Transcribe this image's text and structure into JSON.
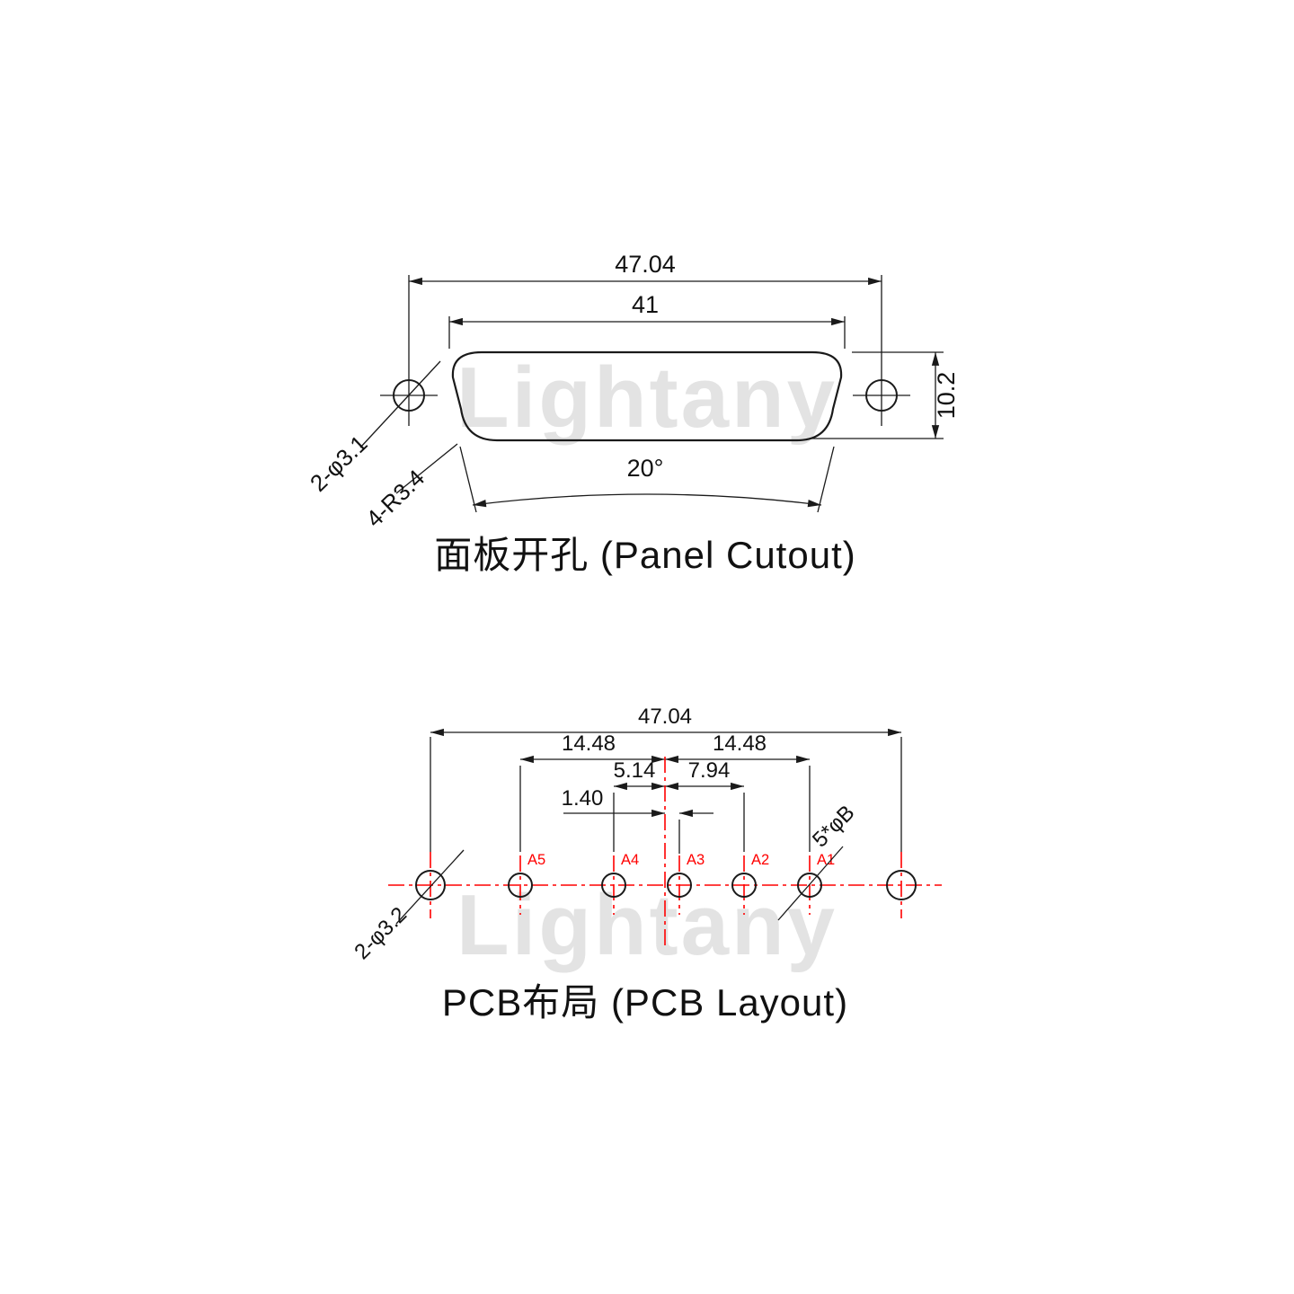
{
  "watermark": "Lightany",
  "panel_cutout": {
    "title": "面板开孔 (Panel Cutout)",
    "dim_overall": "47.04",
    "dim_cutout_width": "41",
    "dim_height": "10.2",
    "dim_angle": "20°",
    "label_holes": "2-φ3.1",
    "label_radius": "4-R3.4"
  },
  "pcb_layout": {
    "title": "PCB布局 (PCB Layout)",
    "dim_overall": "47.04",
    "dim_left_span": "14.48",
    "dim_right_span": "14.48",
    "dim_a4": "5.14",
    "dim_a2": "7.94",
    "dim_a3": "1.40",
    "label_pads": "5*φB",
    "label_holes": "2-φ3.2",
    "pins": [
      "A5",
      "A4",
      "A3",
      "A2",
      "A1"
    ]
  },
  "colors": {
    "line": "#1a1a1a",
    "red": "#ff0000",
    "watermark": "#e3e3e3"
  }
}
